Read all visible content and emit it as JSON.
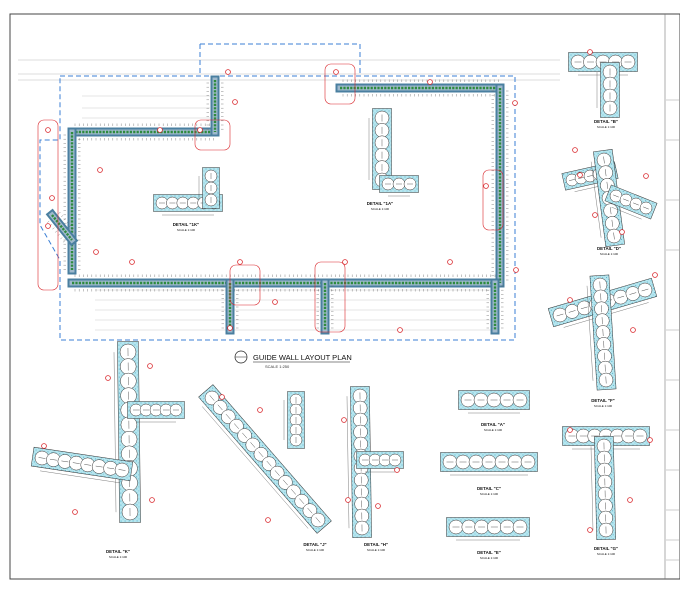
{
  "plan": {
    "title": "GUIDE WALL LAYOUT PLAN",
    "scale": "SCALE 1:250"
  },
  "details": [
    {
      "id": "detail-a",
      "title": "DETAIL \"A\"",
      "scale": "SCALE 1:100"
    },
    {
      "id": "detail-b",
      "title": "DETAIL \"B\"",
      "scale": "SCALE 1:100"
    },
    {
      "id": "detail-c",
      "title": "DETAIL \"C\"",
      "scale": "SCALE 1:100"
    },
    {
      "id": "detail-d",
      "title": "DETAIL \"D\"",
      "scale": "SCALE 1:100"
    },
    {
      "id": "detail-e",
      "title": "DETAIL \"E\"",
      "scale": "SCALE 1:100"
    },
    {
      "id": "detail-f",
      "title": "DETAIL \"F\"",
      "scale": "SCALE 1:100"
    },
    {
      "id": "detail-g",
      "title": "DETAIL \"G\"",
      "scale": "SCALE 1:100"
    },
    {
      "id": "detail-h",
      "title": "DETAIL \"H\"",
      "scale": "SCALE 1:100"
    },
    {
      "id": "detail-i",
      "title": "DETAIL \"I\"",
      "scale": "SCALE 1:100"
    },
    {
      "id": "detail-j",
      "title": "DETAIL \"J\"",
      "scale": "SCALE 1:100"
    },
    {
      "id": "detail-k",
      "title": "DETAIL \"K\"",
      "scale": "SCALE 1:100"
    },
    {
      "id": "detail-1a",
      "title": "DETAIL \"1A\"",
      "scale": "SCALE 1:100"
    },
    {
      "id": "detail-1k",
      "title": "DETAIL \"1K\"",
      "scale": "SCALE 1:100"
    }
  ],
  "colors": {
    "guide_wall": "#4a7fa0",
    "panel_green": "#2e8b3e",
    "fill_cyan": "#a8e2ec",
    "callout_red": "#d9262b",
    "boundary_blue": "#3b7fd4",
    "line": "#222222"
  }
}
